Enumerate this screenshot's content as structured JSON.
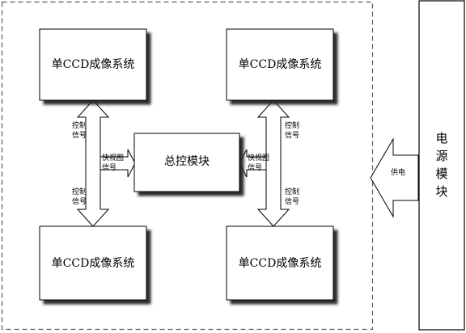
{
  "modules": {
    "ccd_top_left": "单CCD成像系统",
    "ccd_top_right": "单CCD成像系统",
    "ccd_bottom_left": "单CCD成像系统",
    "ccd_bottom_right": "单CCD成像系统",
    "controller": "总控模块"
  },
  "signals": {
    "control": [
      "控制",
      "信号"
    ],
    "preview": [
      "快视图",
      "信号"
    ],
    "supply": "供电"
  },
  "power_module": [
    "电",
    "源",
    "模",
    "块"
  ],
  "colors": {
    "block_face": "#ffffff",
    "block_shadow": "#202020",
    "arrow_fill": "#ffffff",
    "border": "#5a5a5a"
  }
}
